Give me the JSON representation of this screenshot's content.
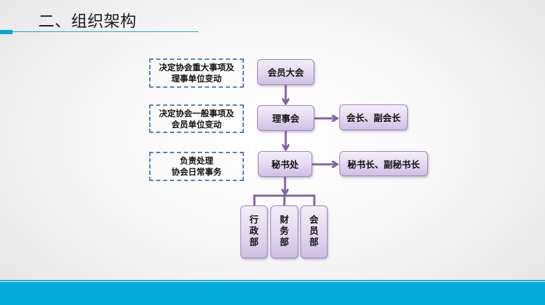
{
  "header": {
    "title": "二、组织架构"
  },
  "colors": {
    "accent": "#03acd9",
    "dash_border": "#4f81bd",
    "connector": "#8064a2",
    "node_top": "#f3eef9",
    "node_bottom": "#cfbfe4"
  },
  "diagram": {
    "notes": [
      {
        "lines": [
          "决定协会重大事项及",
          "理事单位变动"
        ]
      },
      {
        "lines": [
          "决定协会一般事项及",
          "会员单位变动"
        ]
      },
      {
        "lines": [
          "负责处理",
          "协会日常事务"
        ]
      }
    ],
    "main_nodes": [
      "会员大会",
      "理事会",
      "秘书处"
    ],
    "side_nodes": [
      "会长、副会长",
      "秘书长、副秘书长"
    ],
    "departments": [
      {
        "chars": [
          "行",
          "政",
          "部"
        ]
      },
      {
        "chars": [
          "财",
          "务",
          "部"
        ]
      },
      {
        "chars": [
          "会",
          "员",
          "部"
        ]
      }
    ]
  }
}
